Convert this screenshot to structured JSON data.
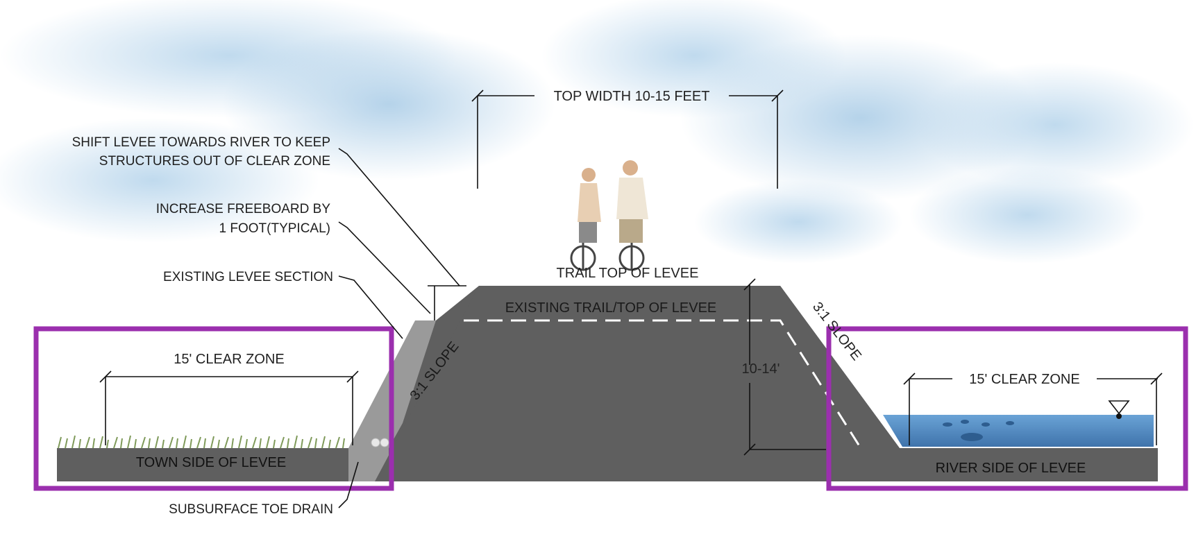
{
  "labels": {
    "top_width": "TOP WIDTH 10-15 FEET",
    "shift_levee_line1": "SHIFT LEVEE TOWARDS RIVER TO KEEP",
    "shift_levee_line2": "STRUCTURES OUT OF CLEAR ZONE",
    "freeboard_line1": "INCREASE FREEBOARD BY",
    "freeboard_line2": "1 FOOT(TYPICAL)",
    "existing_section": "EXISTING LEVEE SECTION",
    "subsurface_drain": "SUBSURFACE TOE DRAIN",
    "trail_top": "TRAIL TOP OF LEVEE",
    "existing_trail": "EXISTING TRAIL/TOP OF LEVEE",
    "slope_left": "3:1 SLOPE",
    "slope_right": "3:1 SLOPE",
    "height": "10-14'",
    "clear_zone_left": "15' CLEAR ZONE",
    "clear_zone_right": "15' CLEAR ZONE",
    "town_side": "TOWN SIDE OF LEVEE",
    "river_side": "RIVER SIDE OF LEVEE"
  },
  "colors": {
    "levee": "#5f5f5f",
    "existing_section": "#9a9a9a",
    "water": "#4f86bf",
    "grass": "#7f9a5a",
    "highlight_box": "#9b2fae",
    "sky": "#cfe3f2"
  },
  "icons": {
    "water_level": "water-level-triangle-icon",
    "cyclists": "cyclists-figure"
  }
}
